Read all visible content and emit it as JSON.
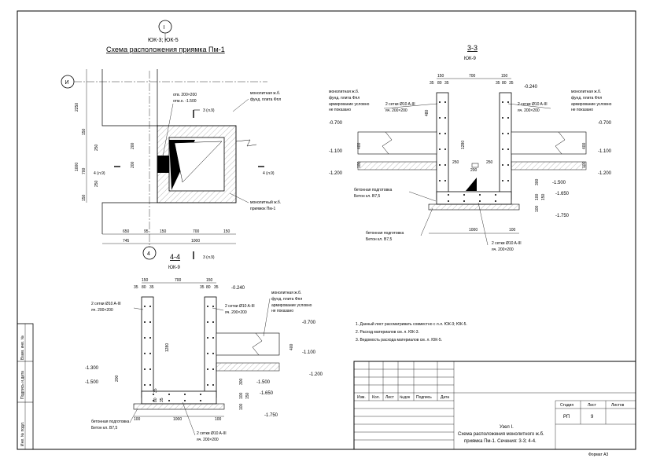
{
  "top": {
    "axis_I": "I",
    "node_refs": "ЮК-3; ЮК-5",
    "title": "Схема расположения приямка Пм-1",
    "axis_I_row": "И",
    "axis_4": "4",
    "label_slab": [
      "монолитная ж.б.",
      "фунд. плита Фпл"
    ],
    "label_opening": [
      "отв. 200×200",
      "отм.н. -1.500"
    ],
    "label_pit": [
      "монолитный ж.б.",
      "приямок Пм-1"
    ],
    "cut3": "3 (л.9)",
    "cut3b": "3 (л.9)",
    "cut4l": "4 (л.9)",
    "cut4r": "4 (л.9)",
    "dims_left": [
      "2250",
      "150",
      "250",
      "1000",
      "700",
      "250",
      "150"
    ],
    "dims_bottom_top": [
      "650",
      "95",
      "150",
      "700",
      "150"
    ],
    "dims_bottom": [
      "745",
      "1000"
    ],
    "dim_200a": "200",
    "dim_200b": "200"
  },
  "sec33": {
    "title": "3-3",
    "sub": "ЮК-9",
    "top_dims": [
      "150",
      "700",
      "150",
      "35",
      "80",
      "35",
      "35",
      "80",
      "35"
    ],
    "elev_top": "-0.240",
    "left_marks": [
      "-0.700",
      "-1.100",
      "-1.200"
    ],
    "right_marks": [
      "-0.700",
      "-1.100",
      "-1.200"
    ],
    "inner_marks": [
      "-1.500",
      "-1.650",
      "-1.750"
    ],
    "label_slab_l": [
      "монолитная ж.б.",
      "фунд. плита Фпл",
      "армирование условно",
      "не показано"
    ],
    "label_slab_r": [
      "монолитная ж.б.",
      "фунд. плита Фпл",
      "армирование условно",
      "не показано"
    ],
    "mesh_l": [
      "2 сетки Ø10 A-III",
      "яч. 200×200"
    ],
    "mesh_r": [
      "2 сетки Ø10 A-III",
      "яч. 200×200"
    ],
    "mesh_b": [
      "2 сетки Ø10 A-III",
      "яч. 200×200"
    ],
    "concrete_a": [
      "бетонная подготовка",
      "Бетон кл. B7,5"
    ],
    "concrete_b": [
      "бетонная подготовка",
      "Бетон кл. B7,5"
    ],
    "inner_dims": [
      "480",
      "1280",
      "400",
      "100",
      "400",
      "100",
      "250",
      "200",
      "250",
      "300",
      "100",
      "150",
      "100",
      "1000",
      "100"
    ]
  },
  "sec44": {
    "title": "4-4",
    "sub": "ЮК-9",
    "cut": "3 (л.9)",
    "axis": "4",
    "top_dims": [
      "150",
      "700",
      "150",
      "35",
      "80",
      "35",
      "35",
      "80",
      "35"
    ],
    "elev_top": "-0.240",
    "right_marks": [
      "-0.700",
      "-1.100",
      "-1.200"
    ],
    "left_marks": [
      "-1.300",
      "-1.500"
    ],
    "inner_marks": [
      "-1.500",
      "-1.650",
      "-1.750"
    ],
    "label_slab": [
      "монолитная ж.б.",
      "фунд. плита Фпл",
      "армирование условно",
      "не показано"
    ],
    "mesh_l": [
      "2 сетки Ø10 A-III",
      "яч. 200×200"
    ],
    "mesh_r": [
      "2 сетки Ø10 A-III",
      "яч. 200×200"
    ],
    "mesh_b": [
      "2 сетки Ø10 A-III",
      "яч. 200×200"
    ],
    "concrete": [
      "бетонная подготовка",
      "Бетон кл. B7,5"
    ],
    "inner_dims": [
      "1280",
      "400",
      "200",
      "300",
      "100",
      "150",
      "100",
      "35",
      "80",
      "35"
    ],
    "bottom_dims": [
      "100",
      "1000",
      "100"
    ]
  },
  "notes": [
    "1. Данный лист рассматривать совместно с л.л. ЮК-3; ЮК-5.",
    "2. Расход материалов см. л. ЮК-3.",
    "3. Ведомость расхода материалов см. л. ЮК-5."
  ],
  "side_stamp": [
    "Взам. инв. №",
    "Подпись и дата",
    "Инв. № подл."
  ],
  "title_block": {
    "headers": [
      "Изм.",
      "Кол.",
      "Лист",
      "№док",
      "Подпись",
      "Дата"
    ],
    "stage_label": "Стадия",
    "sheet_label": "Лист",
    "sheets_label": "Листов",
    "stage": "РП",
    "sheet": "9",
    "sheets": "",
    "desc": [
      "Узел I.",
      "Схема расположения монолитного ж.б.",
      "приямка Пм-1. Сечения: 3-3; 4-4."
    ],
    "format": "Формат А3"
  }
}
